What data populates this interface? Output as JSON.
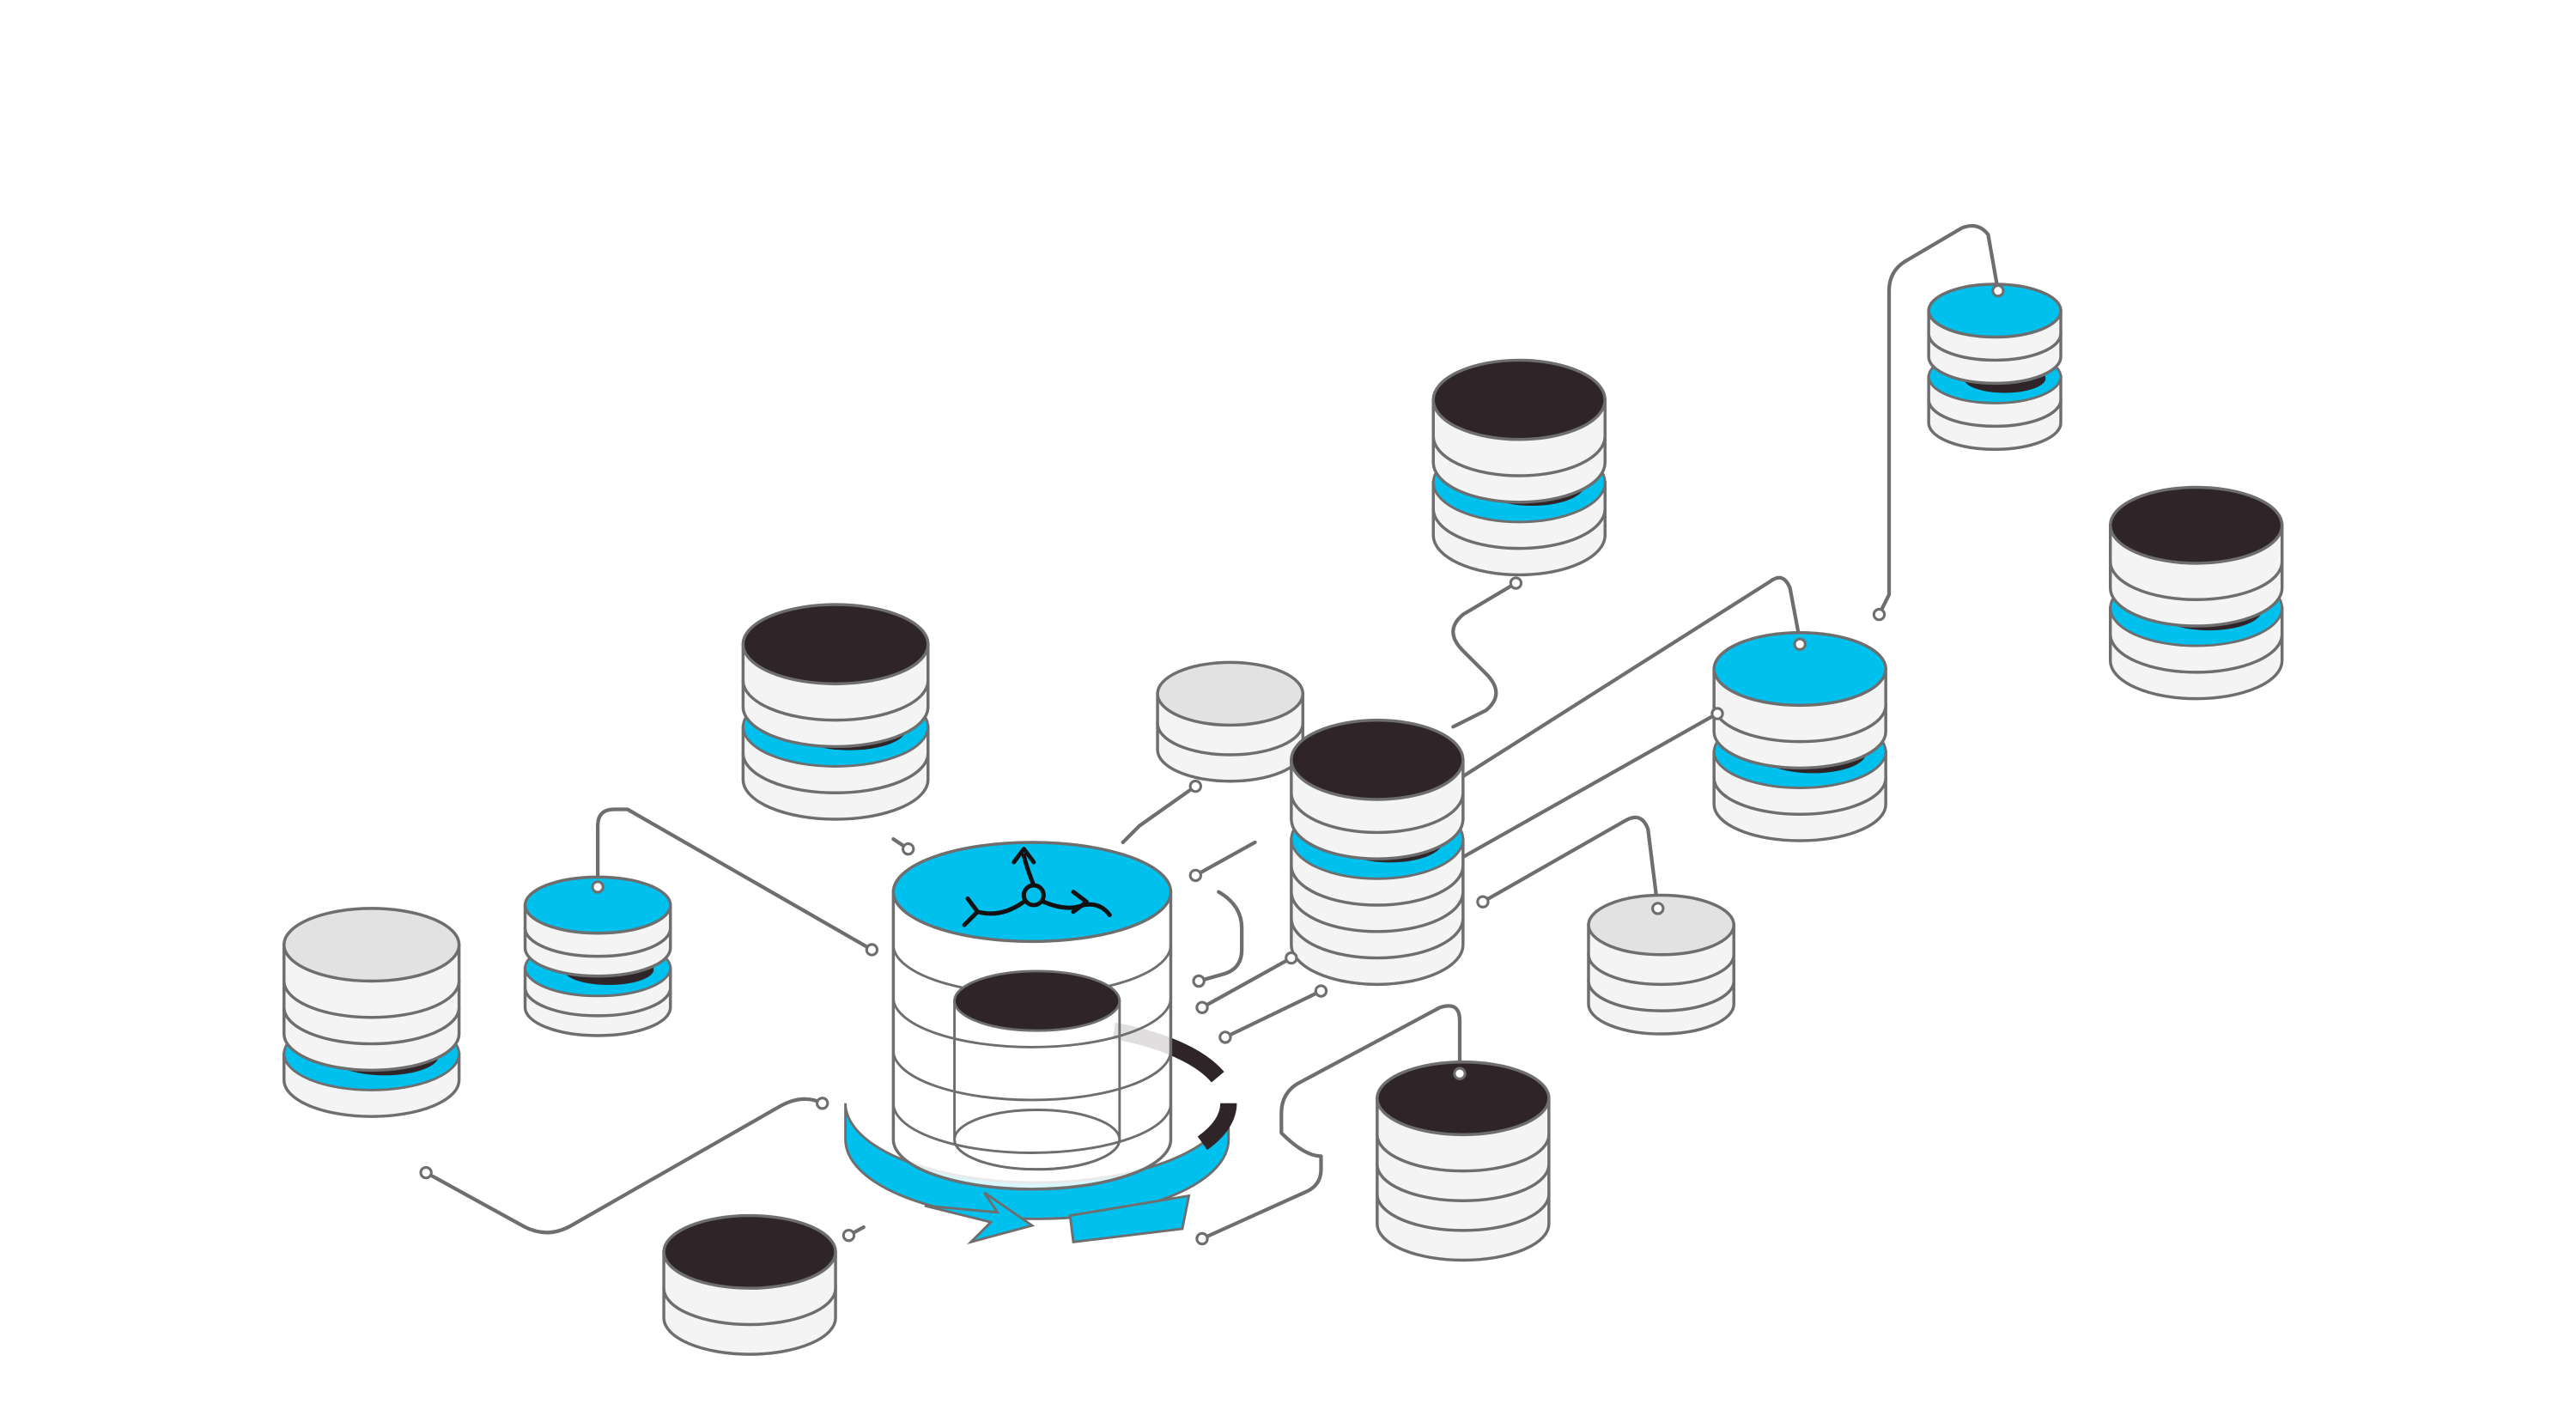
{
  "diagram": {
    "kind": "isometric database replication illustration",
    "colors": {
      "accent": "#00c0ee",
      "dark": "#2f2427",
      "light": "#e2e2e2",
      "body": "#f4f4f4",
      "line": "#6e6e6e"
    },
    "hub": {
      "icon": "replication-arrows-icon",
      "ring": "circular-arrow-ring-icon"
    },
    "nodes": [
      {
        "id": "db-left-grey",
        "top": "light",
        "accent_band": true
      },
      {
        "id": "db-left-small-cyan",
        "top": "accent",
        "accent_band": true
      },
      {
        "id": "db-dark-top-left",
        "top": "dark",
        "accent_band": true
      },
      {
        "id": "db-grey-small-center",
        "top": "light",
        "accent_band": false
      },
      {
        "id": "db-center-dark",
        "top": "dark",
        "accent_band": true
      },
      {
        "id": "db-top-center-dark",
        "top": "dark",
        "accent_band": true
      },
      {
        "id": "db-right-cyan",
        "top": "accent",
        "accent_band": true
      },
      {
        "id": "db-top-right-cyan",
        "top": "accent",
        "accent_band": true
      },
      {
        "id": "db-far-right-dark",
        "top": "dark",
        "accent_band": true
      },
      {
        "id": "db-grey-right",
        "top": "light",
        "accent_band": false
      },
      {
        "id": "db-bottom-dark",
        "top": "dark",
        "accent_band": false
      },
      {
        "id": "db-bottom-left-dark",
        "top": "dark",
        "accent_band": false
      }
    ]
  }
}
